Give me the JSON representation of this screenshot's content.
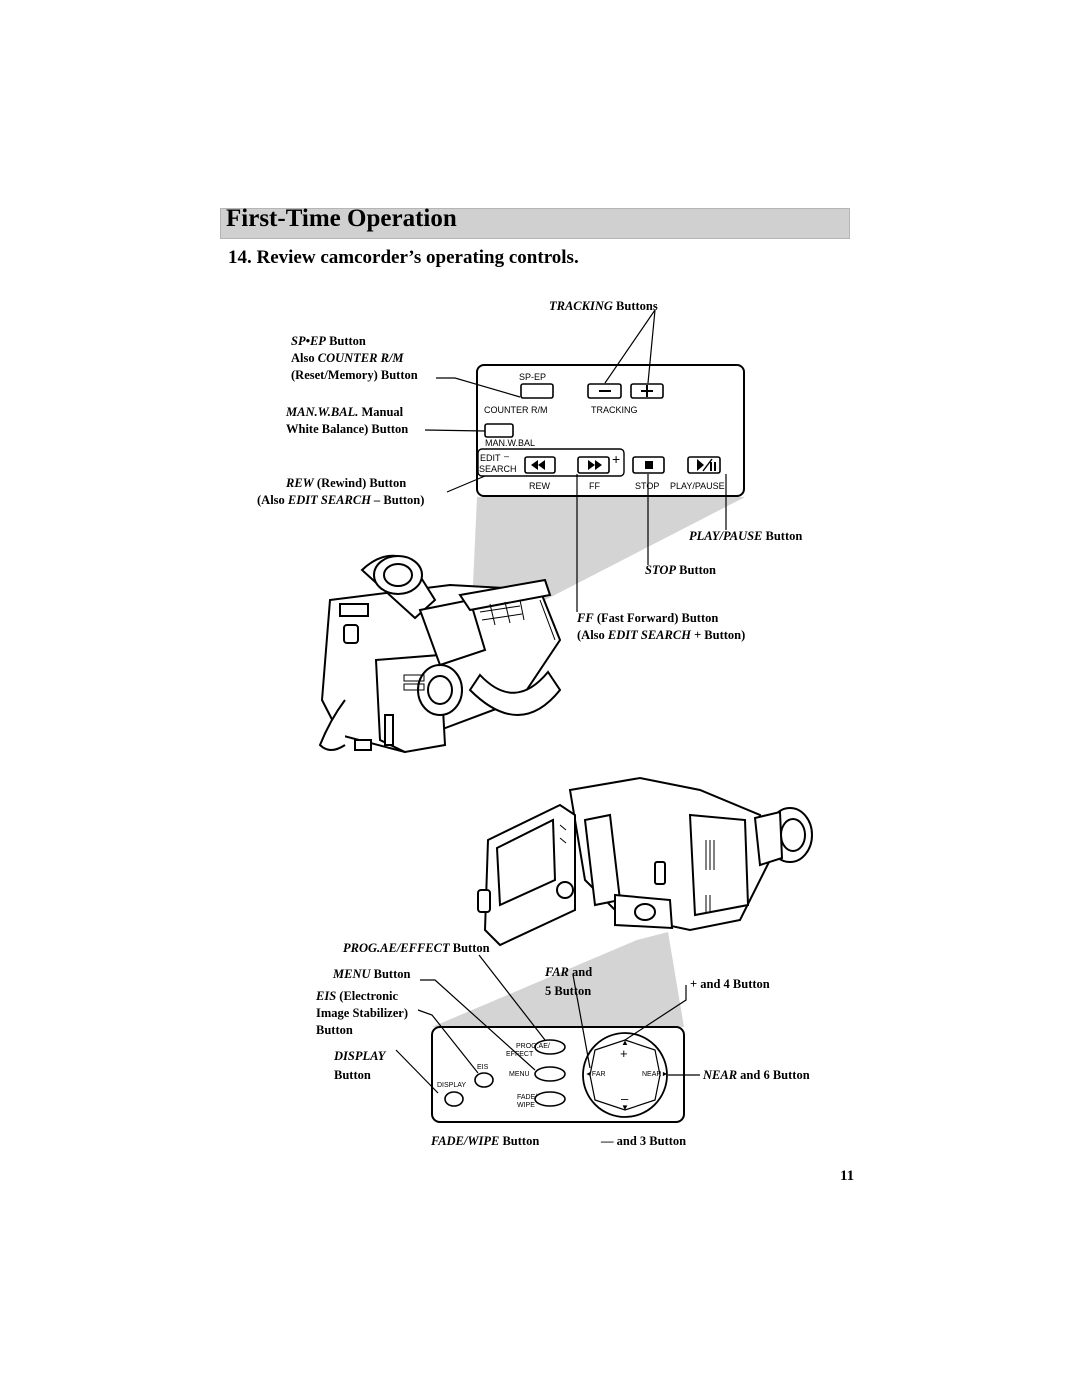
{
  "header": {
    "section_title": "First-Time Operation",
    "step_heading": "14. Review camcorder’s operating controls."
  },
  "top_diagram": {
    "labels": {
      "tracking_buttons_italic": "TRACKING",
      "tracking_buttons_rest": " Buttons",
      "spep_italic": "SP•EP",
      "spep_rest": " Button",
      "counter_prefix": "Also ",
      "counter_italic": "COUNTER R/M",
      "reset_memory": "(Reset/Memory) Button",
      "manwbal_italic": "MAN.W.BAL.",
      "manwbal_rest": " Manual",
      "white_balance": "White Balance) Button",
      "rew_italic": "REW",
      "rew_rest": " (Rewind) Button",
      "edit_minus_prefix": "(Also ",
      "edit_minus_italic": "EDIT SEARCH –",
      "edit_minus_rest": " Button)",
      "playpause_italic": "PLAY/PAUSE",
      "playpause_rest": " Button",
      "stop_italic": "STOP",
      "stop_rest": " Button",
      "ff_italic": "FF",
      "ff_rest": " (Fast Forward) Button",
      "edit_plus_prefix": "(Also ",
      "edit_plus_italic": "EDIT SEARCH +",
      "edit_plus_rest": " Button)"
    },
    "panel": {
      "sp_ep": "SP-EP",
      "counter_rm": "COUNTER R/M",
      "tracking": "TRACKING",
      "man_w_bal": "MAN.W.BAL",
      "edit": "EDIT",
      "search": "SEARCH",
      "edit_minus": "–",
      "edit_plus": "+",
      "minus_btn": "–",
      "plus_btn": "+",
      "rew": "REW",
      "ff": "FF",
      "stop": "STOP",
      "play_pause": "PLAY/PAUSE"
    }
  },
  "bottom_diagram": {
    "labels": {
      "prog_italic": "PROG.AE/EFFECT",
      "prog_rest": " Button",
      "menu_italic": "MENU",
      "menu_rest": " Button",
      "eis_italic": "EIS",
      "eis_rest": " (Electronic",
      "eis_line2": "Image Stabilizer)",
      "eis_line3": "Button",
      "display_italic": "DISPLAY",
      "display_line2": "Button",
      "far_italic": "FAR",
      "far_rest": " and",
      "far_line2": "5  Button",
      "plus_and": "+ and 4   Button",
      "near_italic": "NEAR",
      "near_rest": " and 6  Button",
      "fade_italic": "FADE/WIPE",
      "fade_rest": " Button",
      "minus_and": "— and 3  Button"
    },
    "panel": {
      "prog_ae": "PROG.AE/",
      "effect": "EFFECT",
      "eis": "EIS",
      "menu": "MENU",
      "display": "DISPLAY",
      "fade": "FADE/",
      "wipe": "WIPE",
      "far": "◄FAR",
      "near": "NEAR►",
      "up": "▲",
      "down": "▼",
      "plus": "+",
      "minus": "–"
    }
  },
  "footer": {
    "page_number": "11"
  }
}
